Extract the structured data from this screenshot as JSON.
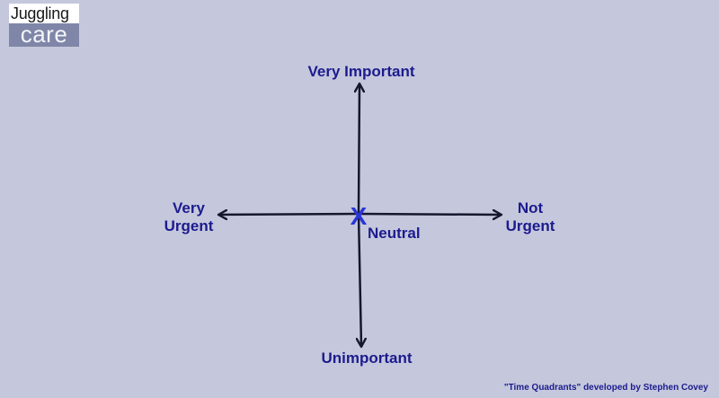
{
  "logo": {
    "top_text": "Juggling",
    "bottom_text": "care"
  },
  "quadrant": {
    "top_label": "Very Important",
    "bottom_label": "Unimportant",
    "left_label_line1": "Very",
    "left_label_line2": "Urgent",
    "right_label_line1": "Not",
    "right_label_line2": "Urgent",
    "center_marker": "X",
    "center_label": "Neutral"
  },
  "credit": "\"Time Quadrants\" developed by Stephen Covey",
  "colors": {
    "background": "#c5c8dc",
    "label_text": "#1c1b8e",
    "axis_line": "#14172e",
    "center_marker": "#2a35d8"
  }
}
